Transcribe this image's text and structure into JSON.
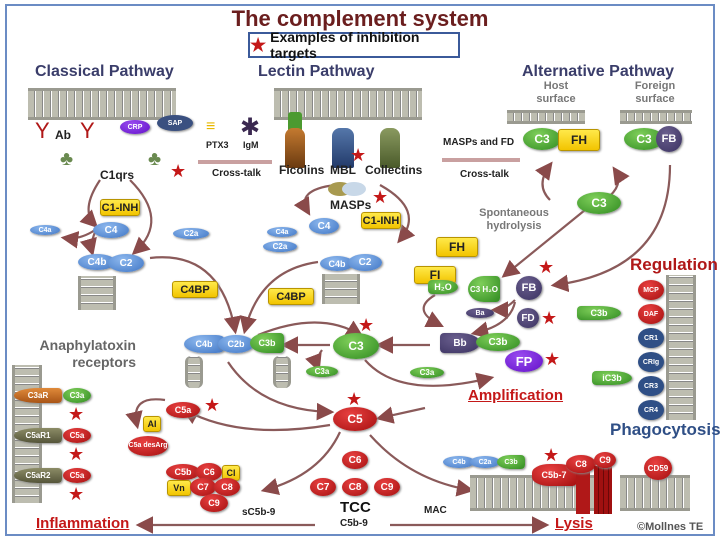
{
  "title": "The complement system",
  "legend": {
    "icon": "star-icon",
    "label": "Examples of inhibition targets"
  },
  "pathways": {
    "classical": {
      "title": "Classical Pathway",
      "labels": {
        "ab": "Ab",
        "crp": "CRP",
        "sap": "SAP",
        "c1qrs": "C1qrs",
        "c1inh": "C1-INH",
        "c4": "C4",
        "c4a": "C4a",
        "c2a": "C2a",
        "c4b": "C4b",
        "c2": "C2",
        "c4bp": "C4BP"
      }
    },
    "lectin": {
      "title": "Lectin Pathway",
      "labels": {
        "ptx3": "PTX3",
        "igm": "IgM",
        "ficolins": "Ficolins",
        "mbl": "MBL",
        "collectins": "Collectins",
        "masps": "MASPs",
        "c1inh": "C1-INH",
        "c4": "C4",
        "c4a": "C4a",
        "c2a": "C2a",
        "c4b": "C4b",
        "c2": "C2",
        "c4bp": "C4BP"
      }
    },
    "alternative": {
      "title": "Alternative Pathway",
      "host_surface": "Host surface",
      "foreign_surface": "Foreign surface",
      "labels": {
        "c3_host": "C3",
        "fh_host": "FH",
        "c3_foreign": "C3",
        "fb_foreign": "FB",
        "c3": "C3",
        "spontaneous": "Spontaneous hydrolysis",
        "fh": "FH",
        "fi": "FI",
        "h2o": "H₂O",
        "c3h2o": "C3 H₂O",
        "fb": "FB",
        "ba": "Ba",
        "fd": "FD",
        "bb": "Bb",
        "c3b": "C3b",
        "fp": "FP"
      }
    }
  },
  "crosstalk": {
    "left_label": "Cross-talk",
    "right_top": "MASPs and FD",
    "right_label": "Cross-talk"
  },
  "central": {
    "c4b": "C4b",
    "c2b": "C2b",
    "c3b": "C3b",
    "c3": "C3",
    "c3a_left": "C3a",
    "c3a_right": "C3a",
    "c5": "C5",
    "c6": "C6",
    "c7": "C7",
    "c8": "C8",
    "c9": "C9",
    "tcc": "TCC",
    "tcc_sub": "C5b-9",
    "mac": "MAC"
  },
  "inflammation": {
    "c5a": "C5a",
    "ai": "AI",
    "c5a_desarg": "C5a desArg",
    "c5b": "C5b",
    "c6": "C6",
    "cl": "Cl",
    "vn": "Vn",
    "c7": "C7",
    "c8": "C8",
    "c9": "C9",
    "sc5b9": "sC5b-9"
  },
  "anaphylatoxin": {
    "title": "Anaphylatoxin receptors",
    "receptors": [
      {
        "receptor": "C3aR",
        "ligand": "C3a"
      },
      {
        "receptor": "C5aR1",
        "ligand": "C5a"
      },
      {
        "receptor": "C5aR2",
        "ligand": "C5a"
      }
    ]
  },
  "regulation": {
    "title": "Regulation",
    "c3b": "C3b",
    "ic3b": "iC3b",
    "receptors": [
      "MCP",
      "DAF",
      "CR1",
      "CRIg",
      "CR3",
      "CR4"
    ],
    "phagocytosis": "Phagocytosis"
  },
  "lysis": {
    "c4b": "C4b",
    "c2a": "C2a",
    "c3b": "C3b",
    "c5b7": "C5b-7",
    "c8": "C8",
    "c9": "C9",
    "cd59": "CD59"
  },
  "outcomes": {
    "amplification": "Amplification",
    "inflammation": "Inflammation",
    "lysis": "Lysis"
  },
  "copyright": "©Mollnes TE",
  "colors": {
    "star": "#c41818",
    "title": "#6b1e1e",
    "pathway_title": "#3a3d6a",
    "frame": "#6b8cc4"
  }
}
